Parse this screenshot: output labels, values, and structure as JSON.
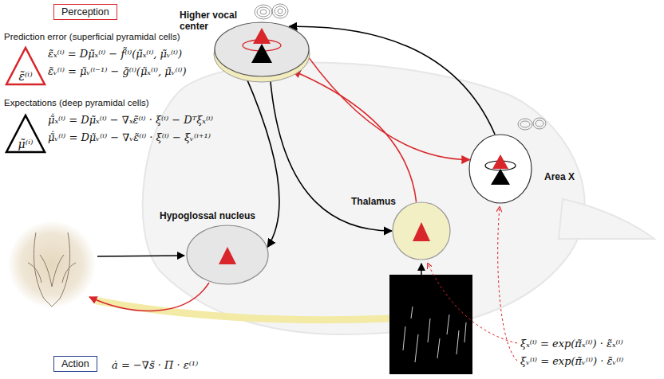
{
  "diagram": {
    "nodes": [
      {
        "text": [
          "Perception"
        ]
      },
      {
        "text": [
          "ε̃⁽ⁱ⁾"
        ]
      },
      {
        "text": [
          "μ̃⁽ⁱ⁾"
        ]
      },
      {
        "text": [
          "Higher vocal center"
        ]
      },
      {
        "text": [
          "Area X"
        ]
      },
      {
        "text": [
          "Hypoglossal nucleus"
        ]
      },
      {
        "text": [
          "Thalamus"
        ]
      },
      {
        "text": [
          "Action"
        ]
      }
    ],
    "edges": [
      {
        "from": 3,
        "to": 5,
        "arrow": "to"
      },
      {
        "from": 3,
        "to": 6,
        "arrow": "to"
      },
      {
        "from": 6,
        "to": 3,
        "arrow": "to"
      },
      {
        "from": 4,
        "to": 3,
        "arrow": "to"
      },
      {
        "from": 3,
        "to": 4,
        "arrow": "to"
      }
    ],
    "labels": [
      "Prediction error (superficial pyramidal cells)",
      "ε̃ₓ⁽ⁱ⁾ = Dμ̃ₓ⁽ⁱ⁾ − f̃⁽ⁱ⁾(μ̃ₓ⁽ⁱ⁾, μ̃ᵥ⁽ⁱ⁾)",
      "ε̃ᵥ⁽ⁱ⁾ = μ̃ᵥ⁽ⁱ⁻¹⁾ − g̃⁽ⁱ⁾(μ̃ₓ⁽ⁱ⁾, μ̃ᵥ⁽ⁱ⁾)",
      "Expectations (deep pyramidal cells)",
      "μ̃̇ₓ⁽ⁱ⁾ = Dμ̃ₓ⁽ⁱ⁾ − ∇ₓε̃⁽ⁱ⁾ · ξ⁽ⁱ⁾ − Dᵀξₓ⁽ⁱ⁾",
      "μ̃̇ᵥ⁽ⁱ⁾ = Dμ̃ᵥ⁽ⁱ⁾ − ∇ᵥε̃⁽ⁱ⁾ · ξ⁽ⁱ⁾ − ξᵥ⁽ⁱ⁺¹⁾",
      "ξₓ⁽ⁱ⁾ = exp(π̃ₓ⁽ⁱ⁾) · ε̃ₓ⁽ⁱ⁾",
      "ξᵥ⁽ⁱ⁾ = exp(π̃ᵥ⁽ⁱ⁾) · ε̃ᵥ⁽ⁱ⁾",
      "ȧ = −∇s̃ · Π · ε⁽¹⁾"
    ]
  }
}
